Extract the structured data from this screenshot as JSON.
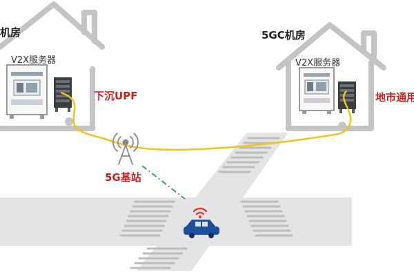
{
  "left_room": {
    "title": "机房",
    "server_label": "V2X服务器",
    "upf_label": "下沉UPF"
  },
  "right_room": {
    "title": "5GC机房",
    "server_label": "V2X服务器",
    "upf_label": "地市通用"
  },
  "base_station": {
    "label": "5G基站"
  },
  "colors": {
    "house": "#c4c4c4",
    "cable": "#f0c419",
    "label_red": "#cc1f1f",
    "road": "#e4e4e4",
    "stripe": "#bdbdbd",
    "car": "#1e4f9c",
    "wifi": "#e53935",
    "radio_link": "#3aa657"
  }
}
